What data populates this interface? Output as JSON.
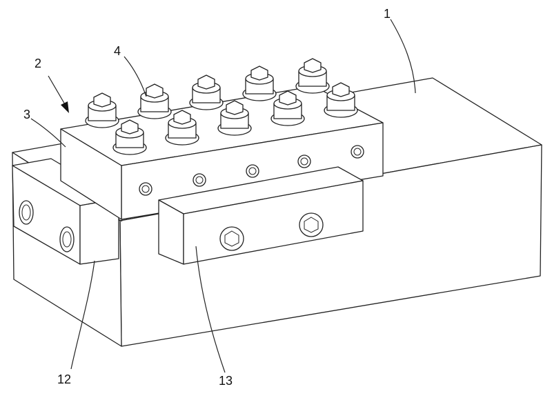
{
  "figure": {
    "labels": {
      "body": "1",
      "assembly": "2",
      "manifold_block": "3",
      "fittings": "4",
      "left_clamp": "12",
      "front_clamp": "13"
    },
    "colors": {
      "line": "#222222",
      "background": "#ffffff"
    },
    "icons": [
      "arrow-icon",
      "hex-socket-icon",
      "fitting-icon"
    ]
  }
}
